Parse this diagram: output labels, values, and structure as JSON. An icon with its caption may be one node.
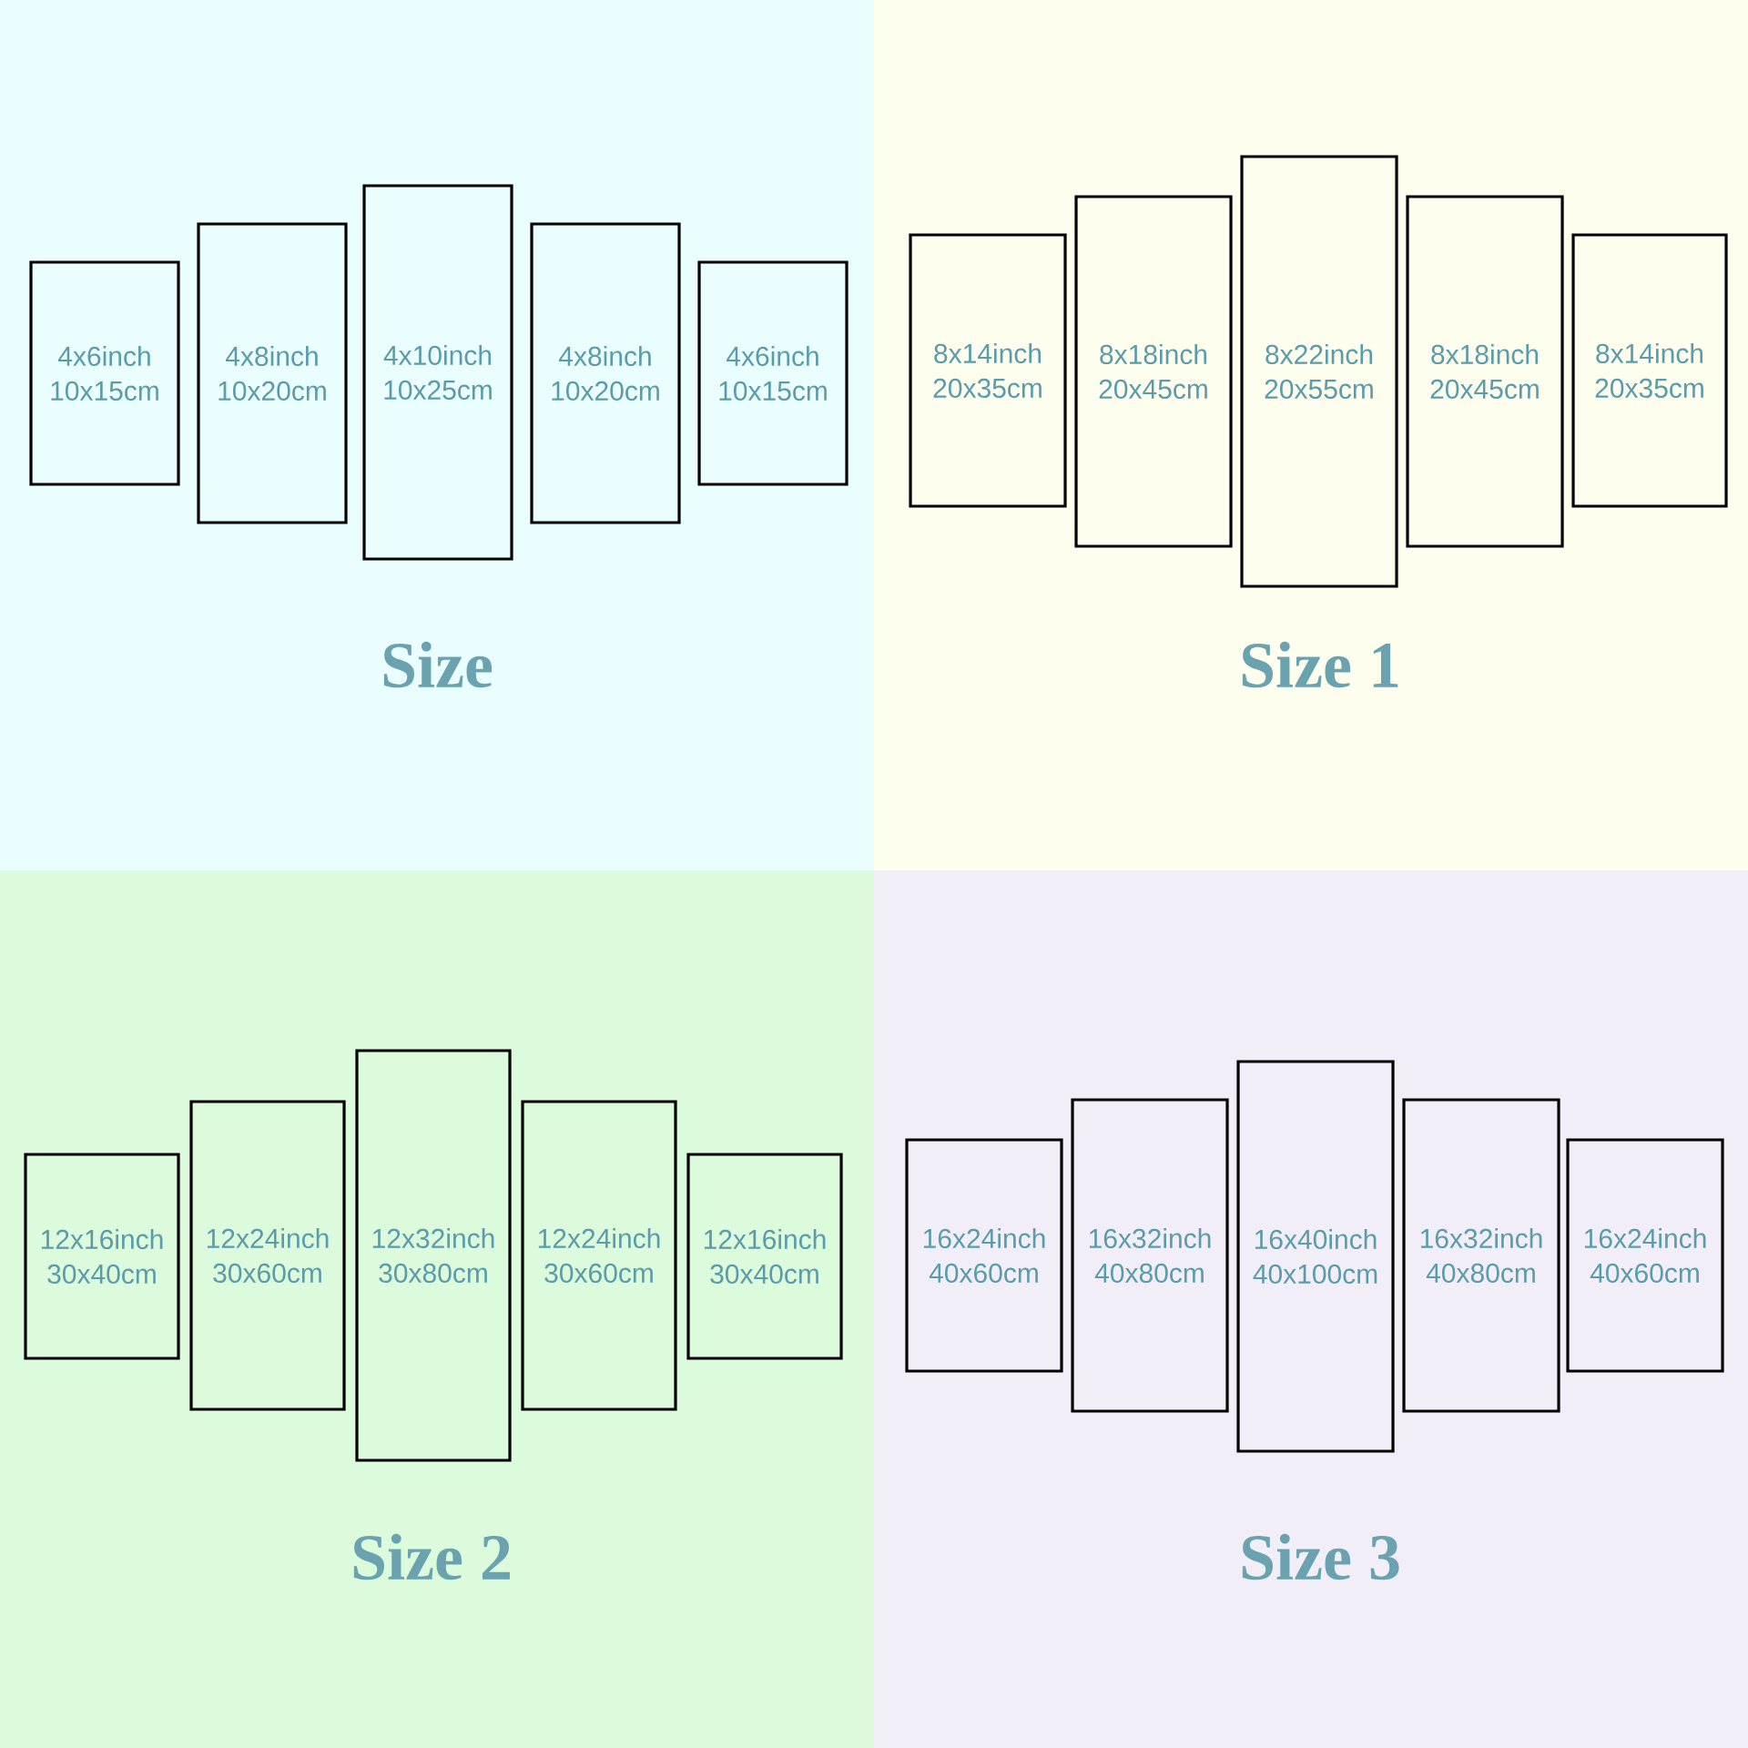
{
  "diagram": {
    "nodes": [
      {
        "text": [
          "Size"
        ]
      },
      {
        "text": [
          "4x6inch",
          "10x15cm"
        ],
        "in": 0
      },
      {
        "text": [
          "4x8inch",
          "10x20cm"
        ],
        "in": 0
      },
      {
        "text": [
          "4x10inch",
          "10x25cm"
        ],
        "in": 0
      },
      {
        "text": [
          "4x8inch",
          "10x20cm"
        ],
        "in": 0
      },
      {
        "text": [
          "4x6inch",
          "10x15cm"
        ],
        "in": 0
      },
      {
        "text": [
          "Size 1"
        ]
      },
      {
        "text": [
          "8x14inch",
          "20x35cm"
        ],
        "in": 6
      },
      {
        "text": [
          "8x18inch",
          "20x45cm"
        ],
        "in": 6
      },
      {
        "text": [
          "8x22inch",
          "20x55cm"
        ],
        "in": 6
      },
      {
        "text": [
          "8x18inch",
          "20x45cm"
        ],
        "in": 6
      },
      {
        "text": [
          "8x14inch",
          "20x35cm"
        ],
        "in": 6
      },
      {
        "text": [
          "Size 2"
        ]
      },
      {
        "text": [
          "12x16inch",
          "30x40cm"
        ],
        "in": 12
      },
      {
        "text": [
          "12x24inch",
          "30x60cm"
        ],
        "in": 12
      },
      {
        "text": [
          "12x32inch",
          "30x80cm"
        ],
        "in": 12
      },
      {
        "text": [
          "12x24inch",
          "30x60cm"
        ],
        "in": 12
      },
      {
        "text": [
          "12x16inch",
          "30x40cm"
        ],
        "in": 12
      },
      {
        "text": [
          "Size 3"
        ]
      },
      {
        "text": [
          "16x24inch",
          "40x60cm"
        ],
        "in": 18
      },
      {
        "text": [
          "16x32inch",
          "40x80cm"
        ],
        "in": 18
      },
      {
        "text": [
          "16x40inch",
          "40x100cm"
        ],
        "in": 18
      },
      {
        "text": [
          "16x32inch",
          "40x80cm"
        ],
        "in": 18
      },
      {
        "text": [
          "16x24inch",
          "40x60cm"
        ],
        "in": 18
      }
    ]
  }
}
